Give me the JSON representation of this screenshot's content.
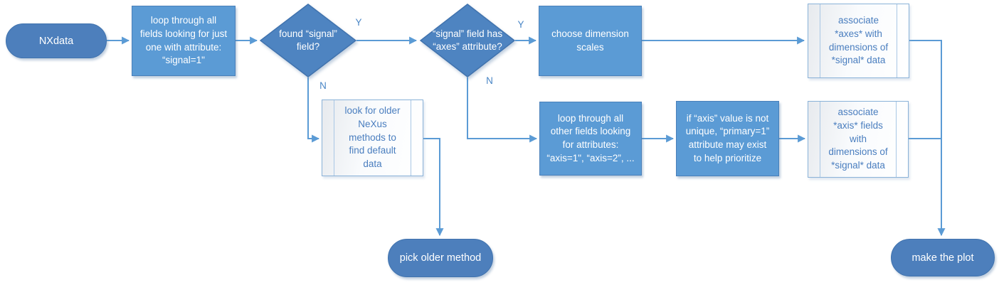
{
  "colors": {
    "process_fill": "#5b9bd5",
    "process_border": "#4a80ba",
    "decision_fill": "#4e84c1",
    "decision_border": "#4173ae",
    "terminal_fill": "#4d7fbc",
    "terminal_border": "#4173ae",
    "subprocess_border": "#8ab2d8",
    "subprocess_inner_line": "#a9c7e5",
    "subprocess_text": "#4a7ebf",
    "connector": "#5b9bd5",
    "branch_label": "#4a86c6",
    "text_on_fill": "#ffffff"
  },
  "nodes": {
    "start": {
      "shape": "terminal",
      "label": "NXdata"
    },
    "loop_signal": {
      "shape": "process",
      "label": "loop through all\nfields looking for just\none with attribute:\n“signal=1\""
    },
    "found_signal": {
      "shape": "decision",
      "label": "found “signal”\nfield?"
    },
    "has_axes": {
      "shape": "decision",
      "label": "“signal” field has\n“axes” attribute?"
    },
    "choose_scales": {
      "shape": "process",
      "label": "choose dimension\nscales"
    },
    "assoc_axes": {
      "shape": "subprocess",
      "label": "associate\n*axes* with\ndimensions of\n*signal* data"
    },
    "look_older": {
      "shape": "subprocess",
      "label": "look for older\nNeXus\nmethods to\nfind default\ndata"
    },
    "loop_axis": {
      "shape": "process",
      "label": "loop through all\nother fields looking\nfor attributes:\n“axis=1\", “axis=2”, ..."
    },
    "axis_unique": {
      "shape": "process",
      "label": "if “axis” value is not\nunique, “primary=1”\nattribute may exist\nto help prioritize"
    },
    "assoc_axis": {
      "shape": "subprocess",
      "label": "associate\n*axis* fields\nwith\ndimensions of\n*signal* data"
    },
    "pick_older": {
      "shape": "terminal",
      "label": "pick older method"
    },
    "make_plot": {
      "shape": "terminal",
      "label": "make the plot"
    }
  },
  "edges": [
    {
      "from": "start",
      "to": "loop_signal",
      "label": ""
    },
    {
      "from": "loop_signal",
      "to": "found_signal",
      "label": ""
    },
    {
      "from": "found_signal",
      "to": "has_axes",
      "label": "Y"
    },
    {
      "from": "found_signal",
      "to": "look_older",
      "label": "N"
    },
    {
      "from": "has_axes",
      "to": "choose_scales",
      "label": "Y"
    },
    {
      "from": "has_axes",
      "to": "loop_axis",
      "label": "N"
    },
    {
      "from": "choose_scales",
      "to": "assoc_axes",
      "label": ""
    },
    {
      "from": "assoc_axes",
      "to": "make_plot",
      "label": ""
    },
    {
      "from": "look_older",
      "to": "pick_older",
      "label": ""
    },
    {
      "from": "loop_axis",
      "to": "axis_unique",
      "label": ""
    },
    {
      "from": "axis_unique",
      "to": "assoc_axis",
      "label": ""
    },
    {
      "from": "assoc_axis",
      "to": "make_plot",
      "label": ""
    }
  ]
}
